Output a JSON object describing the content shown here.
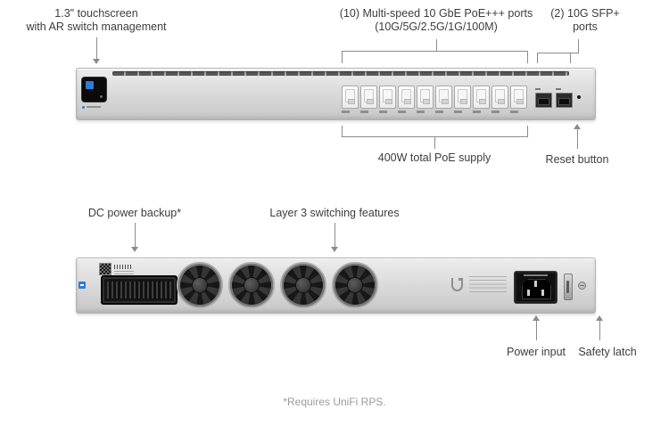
{
  "colors": {
    "arrow": "#8c8c8c",
    "label-text": "#3d3d3d",
    "screen-accent": "#2e7cd6"
  },
  "callouts": {
    "touchscreen": {
      "line1": "1.3\" touchscreen",
      "line2": "with AR switch management"
    },
    "poe_ports": {
      "line1": "(10) Multi-speed 10 GbE PoE+++ ports",
      "line2": "(10G/5G/2.5G/1G/100M)"
    },
    "sfp_ports": {
      "line1": "(2) 10G SFP+",
      "line2": "ports"
    },
    "poe_supply": "400W total PoE supply",
    "reset": "Reset button",
    "dc_backup": "DC power backup*",
    "layer3": "Layer 3 switching features",
    "power_input": "Power input",
    "safety_latch": "Safety latch"
  },
  "footnote": "*Requires UniFi RPS."
}
